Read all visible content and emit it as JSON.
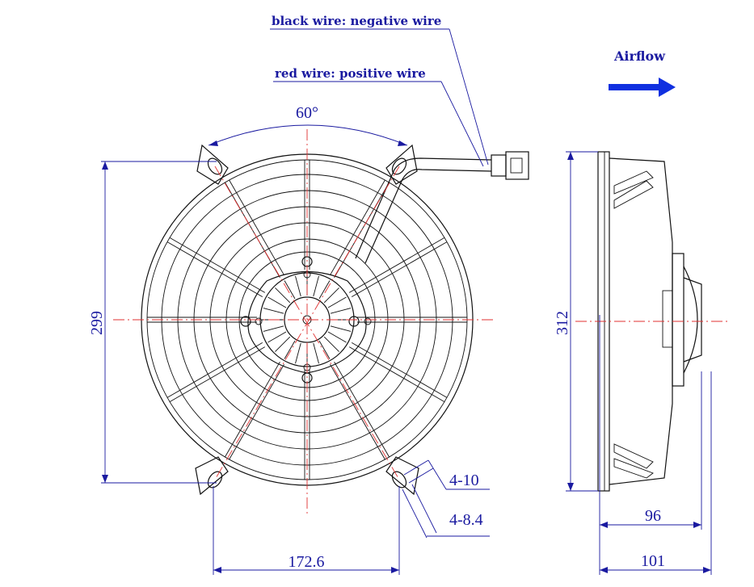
{
  "labels": {
    "black_wire": "black wire: negative wire",
    "red_wire": "red wire: positive wire",
    "airflow": "Airflow",
    "angle": "60°"
  },
  "dimensions": {
    "height_front": "299",
    "height_side": "312",
    "hole_spacing": "172.6",
    "slot_a": "4-10",
    "slot_b": "4-8.4",
    "depth_a": "96",
    "depth_b": "101"
  },
  "colors": {
    "dimension": "#1a1aa0",
    "centerline": "#e03030",
    "outline": "#111111",
    "arrow": "#1030e0"
  },
  "icons": {
    "airflow_arrow": "arrow-right-icon"
  }
}
